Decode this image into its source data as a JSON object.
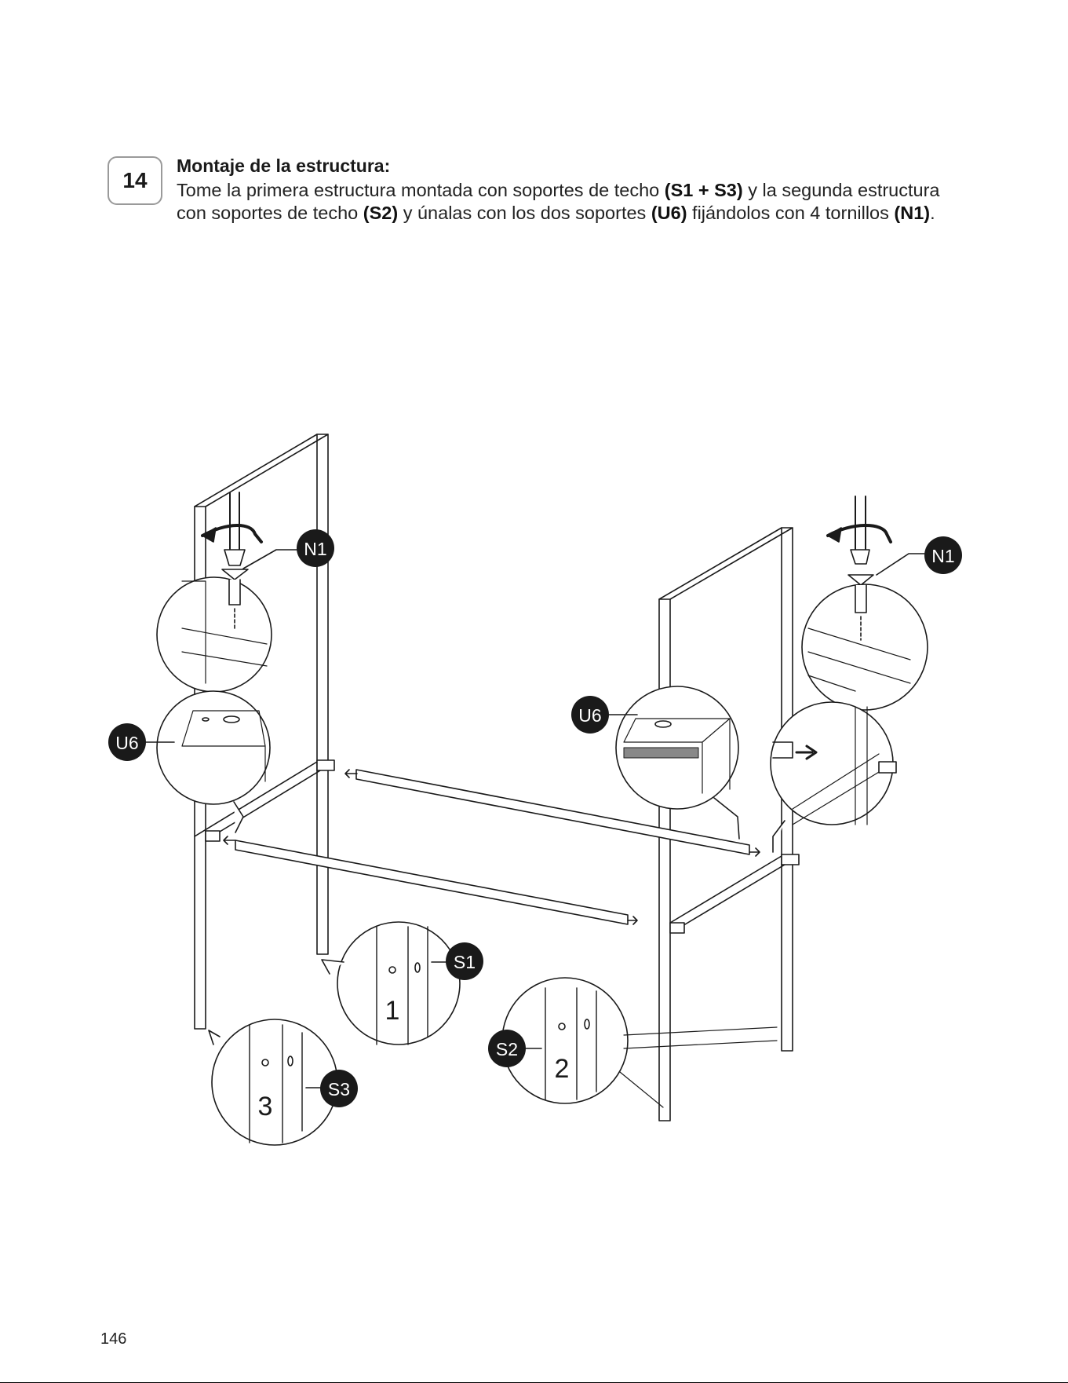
{
  "step": {
    "number": "14",
    "title": "Montaje de la estructura:",
    "body": [
      {
        "text": "Tome la primera estructura montada con soportes de techo ",
        "bold": false
      },
      {
        "text": "(S1 + S3)",
        "bold": true
      },
      {
        "text": " y la segunda estructura con soportes de techo ",
        "bold": false
      },
      {
        "text": "(S2)",
        "bold": true
      },
      {
        "text": " y únalas con los dos soportes ",
        "bold": false
      },
      {
        "text": "(U6)",
        "bold": true
      },
      {
        "text": " fijándolos con 4 tornillos ",
        "bold": false
      },
      {
        "text": "(N1)",
        "bold": true
      },
      {
        "text": ".",
        "bold": false
      }
    ]
  },
  "figure": {
    "callouts": {
      "n1_left": "N1",
      "n1_right": "N1",
      "u6_left": "U6",
      "u6_center": "U6",
      "s1": "S1",
      "s2": "S2",
      "s3": "S3"
    },
    "post_marks": {
      "mark_1": "1",
      "mark_2": "2",
      "mark_3": "3"
    }
  },
  "page_number": "146",
  "colors": {
    "ink": "#1a1a1a",
    "badge_border": "#9a9a9a",
    "callout_fill": "#1a1a1a"
  }
}
